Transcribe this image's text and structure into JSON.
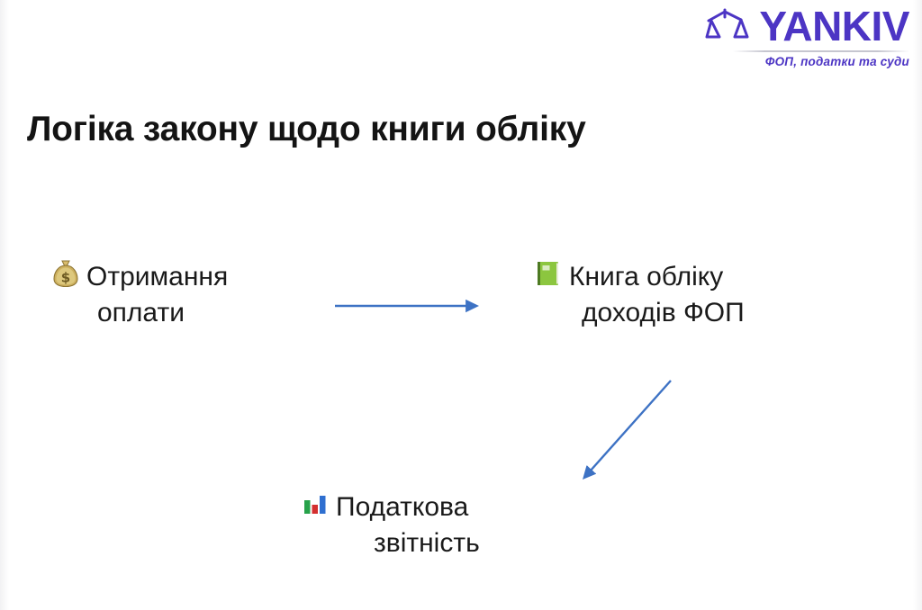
{
  "slide": {
    "background_color": "#ffffff",
    "title": "Логіка закону щодо книги обліку"
  },
  "logo": {
    "icon": "scales-of-justice-icon",
    "wordmark": "YANKIV",
    "tagline": "ФОП, податки та суди",
    "color": "#4c35c4"
  },
  "diagram": {
    "type": "flow",
    "arrow_color": "#4472c4",
    "nodes": [
      {
        "id": "payment",
        "emoji": "💰",
        "emoji_name": "money-bag-emoji",
        "lines": [
          "Отримання",
          "оплати"
        ]
      },
      {
        "id": "book",
        "emoji": "📗",
        "emoji_name": "green-book-emoji",
        "lines": [
          "Книга обліку",
          "доходів ФОП"
        ]
      },
      {
        "id": "report",
        "emoji": "📊",
        "emoji_name": "bar-chart-emoji",
        "lines": [
          "Податкова",
          "звітність"
        ]
      }
    ],
    "arrows": [
      {
        "id": "payment-to-book",
        "from": "payment",
        "to": "book",
        "direction": "right"
      },
      {
        "id": "book-to-report",
        "from": "book",
        "to": "report",
        "direction": "down-left"
      }
    ]
  }
}
